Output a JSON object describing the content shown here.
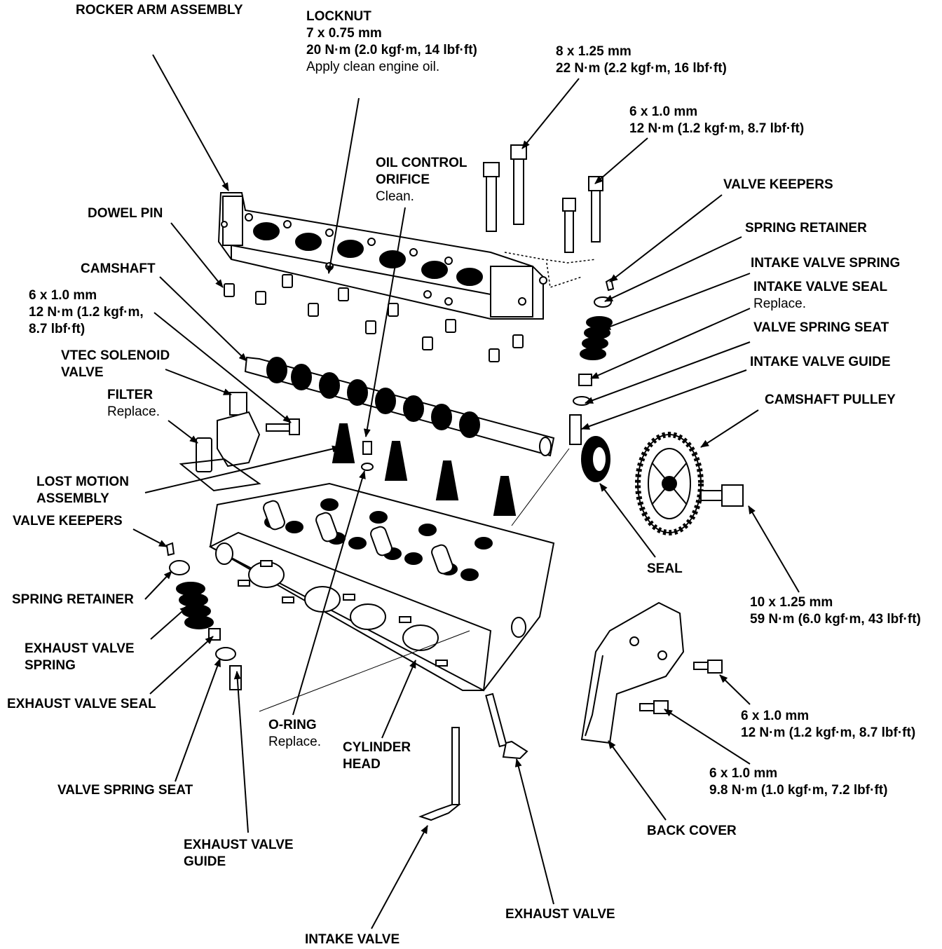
{
  "labels": {
    "rocker_arm_assembly": "ROCKER ARM ASSEMBLY",
    "locknut": {
      "title": "LOCKNUT",
      "size": "7 x 0.75 mm",
      "torque": "20 N·m (2.0 kgf·m, 14 lbf·ft)",
      "note": "Apply clean engine oil."
    },
    "bolt_8x125": {
      "size": "8 x 1.25 mm",
      "torque": "22 N·m (2.2 kgf·m, 16 lbf·ft)"
    },
    "bolt_6x10_top": {
      "size": "6 x 1.0 mm",
      "torque": "12 N·m (1.2 kgf·m, 8.7 lbf·ft)"
    },
    "oil_control_orifice": {
      "line1": "OIL CONTROL",
      "line2": "ORIFICE",
      "note": "Clean."
    },
    "valve_keepers_intake": "VALVE KEEPERS",
    "spring_retainer_intake": "SPRING RETAINER",
    "intake_valve_spring": "INTAKE VALVE SPRING",
    "intake_valve_seal": {
      "title": "INTAKE VALVE SEAL",
      "note": "Replace."
    },
    "valve_spring_seat_intake": "VALVE SPRING SEAT",
    "intake_valve_guide": "INTAKE VALVE GUIDE",
    "camshaft_pulley": "CAMSHAFT PULLEY",
    "dowel_pin": "DOWEL PIN",
    "camshaft": "CAMSHAFT",
    "bolt_6x10_left": {
      "size": "6 x 1.0 mm",
      "torque1": "12 N·m (1.2 kgf·m,",
      "torque2": "8.7 lbf·ft)"
    },
    "vtec_solenoid_valve": {
      "line1": "VTEC SOLENOID",
      "line2": "VALVE"
    },
    "filter": {
      "title": "FILTER",
      "note": "Replace."
    },
    "lost_motion_assembly": {
      "line1": "LOST MOTION",
      "line2": "ASSEMBLY"
    },
    "valve_keepers_exhaust": "VALVE KEEPERS",
    "spring_retainer_exhaust": "SPRING RETAINER",
    "exhaust_valve_spring": {
      "line1": "EXHAUST VALVE",
      "line2": "SPRING"
    },
    "exhaust_valve_seal": "EXHAUST VALVE SEAL",
    "seal": "SEAL",
    "bolt_10x125": {
      "size": "10 x 1.25 mm",
      "torque": "59 N·m (6.0 kgf·m, 43 lbf·ft)"
    },
    "o_ring": {
      "title": "O-RING",
      "note": "Replace."
    },
    "cylinder_head": {
      "line1": "CYLINDER",
      "line2": "HEAD"
    },
    "bolt_6x10_backcover": {
      "size": "6 x 1.0 mm",
      "torque": "12 N·m (1.2 kgf·m, 8.7 lbf·ft)"
    },
    "bolt_6x10_lower": {
      "size": "6 x 1.0 mm",
      "torque": "9.8 N·m (1.0 kgf·m, 7.2 lbf·ft)"
    },
    "valve_spring_seat_exhaust": "VALVE SPRING SEAT",
    "back_cover": "BACK COVER",
    "exhaust_valve_guide": {
      "line1": "EXHAUST VALVE",
      "line2": "GUIDE"
    },
    "exhaust_valve": "EXHAUST VALVE",
    "intake_valve": "INTAKE VALVE"
  }
}
